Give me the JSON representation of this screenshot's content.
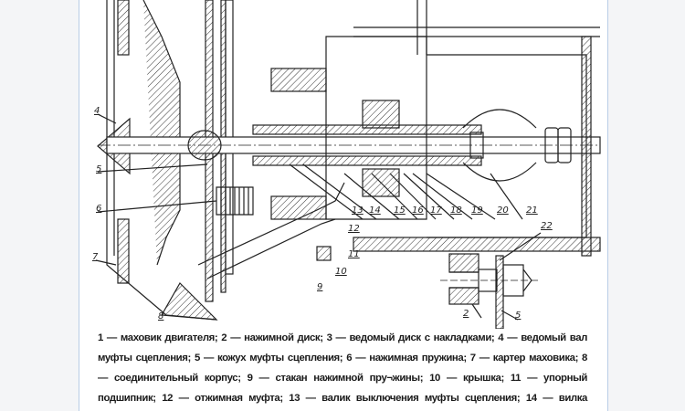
{
  "figure": {
    "part_labels": [
      "4",
      "5",
      "6",
      "7",
      "8",
      "9",
      "10",
      "11",
      "12",
      "13",
      "14",
      "15",
      "16",
      "17",
      "18",
      "19",
      "20",
      "21",
      "22",
      "2",
      "5"
    ]
  },
  "caption": {
    "lines": [
      "1 — маховик двигателя; 2 — нажимной диск; 3 — ведомый диск с накладками; 4 — ведомый вал",
      "муфты сцепления; 5 — кожух муфты сцепления; 6 — нажимная пружина; 7 — картер маховика; 8",
      "— соединительный корпус; 9 — стакан нажимной пру¬жины; 10 — крышка; 11 — упорный",
      "подшипник; 12 — отжимная муфта; 13 — валик выключения муфты сцепления; 14 — вилка"
    ]
  },
  "colors": {
    "page": "#ffffff",
    "background": "#f4f5f7",
    "border": "#b9cde6",
    "ink": "#1a1a1a"
  }
}
